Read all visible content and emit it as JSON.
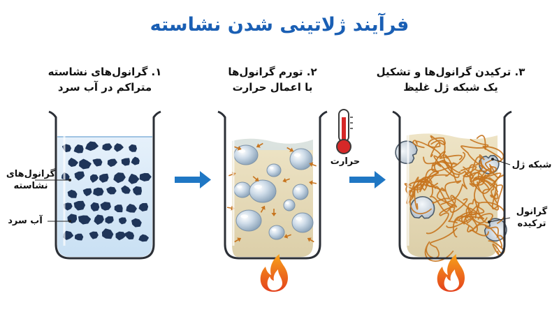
{
  "title": "فرآیند ژلاتینی شدن نشاسته",
  "steps": [
    {
      "line1": "۱. گرانول‌های نشاسته",
      "line2": "متراکم در آب سرد"
    },
    {
      "line1": "۲. تورم گرانول‌ها",
      "line2": "با اعمال حرارت"
    },
    {
      "line1": "۳. ترکیدن گرانول‌ها و تشکیل",
      "line2": "یک شبکه ژل غلیظ"
    }
  ],
  "labels": {
    "granules_line1": "گرانول‌های",
    "granules_line2": "نشاسته",
    "cold_water": "آب سرد",
    "heat": "حرارت",
    "gel_network": "شبکه ژل",
    "burst_line1": "گرانول",
    "burst_line2": "ترکیده"
  },
  "colors": {
    "title": "#1a5fb4",
    "arrow": "#1f77c4",
    "granule": "#1f3559",
    "water": "#dcecf8",
    "gel": "#e9ddbd",
    "strand": "#c7741e",
    "flame": "#f5821f"
  }
}
